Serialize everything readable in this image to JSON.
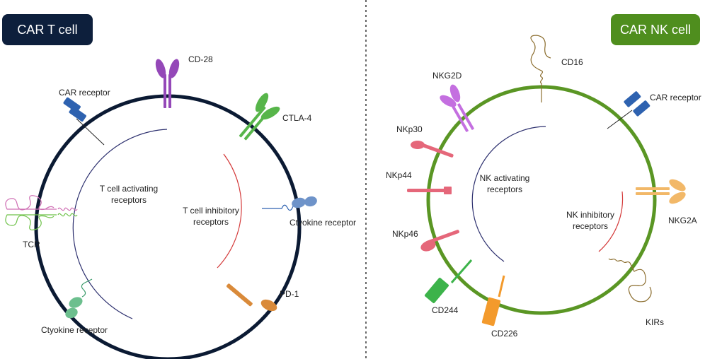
{
  "left_panel": {
    "title": "CAR T cell",
    "title_bg": "#0d1f3c",
    "membrane_color": "#0b1a33",
    "arcs": {
      "activating_label": [
        "T cell activating",
        "receptors"
      ],
      "inhibitory_label": [
        "T cell inhibitory",
        "receptors"
      ],
      "activating_color": "#2c2f6e",
      "inhibitory_color": "#d43a3a"
    },
    "receptors": {
      "cd28": "CD-28",
      "car": "CAR receptor",
      "ctla4": "CTLA-4",
      "cytokine_right": "Ctyokine receptor",
      "tcr": "TCR",
      "pd1": "PD-1",
      "cytokine_bottom": "Ctyokine receptor"
    }
  },
  "right_panel": {
    "title": "CAR NK cell",
    "title_bg": "#4f8e1e",
    "membrane_color": "#5a9624",
    "arcs": {
      "activating_label": [
        "NK activating",
        "receptors"
      ],
      "inhibitory_label": [
        "NK inhibitory",
        "receptors"
      ],
      "activating_color": "#2c2f6e",
      "inhibitory_color": "#d43a3a"
    },
    "receptors": {
      "cd16": "CD16",
      "nkg2d": "NKG2D",
      "car": "CAR receptor",
      "nkp30": "NKp30",
      "nkp44": "NKp44",
      "nkg2a": "NKG2A",
      "nkp46": "NKp46",
      "cd244": "CD244",
      "cd226": "CD226",
      "kirs": "KIRs"
    }
  },
  "colors": {
    "car": "#2e62b0",
    "cd28": "#9448b8",
    "ctla4": "#57b54a",
    "cytokine_right": "#6e93c9",
    "tcr_pink": "#cf6fb4",
    "tcr_green": "#6fc24a",
    "pd1": "#d98a3a",
    "cytokine_bottom": "#6cbf8e",
    "nkg2d": "#c46fe0",
    "nkp": "#e5677a",
    "nkg2a": "#f2b868",
    "cd244": "#3cb34a",
    "cd226": "#f39a2c",
    "kir": "#8b6d2e",
    "divider": "#333333"
  }
}
